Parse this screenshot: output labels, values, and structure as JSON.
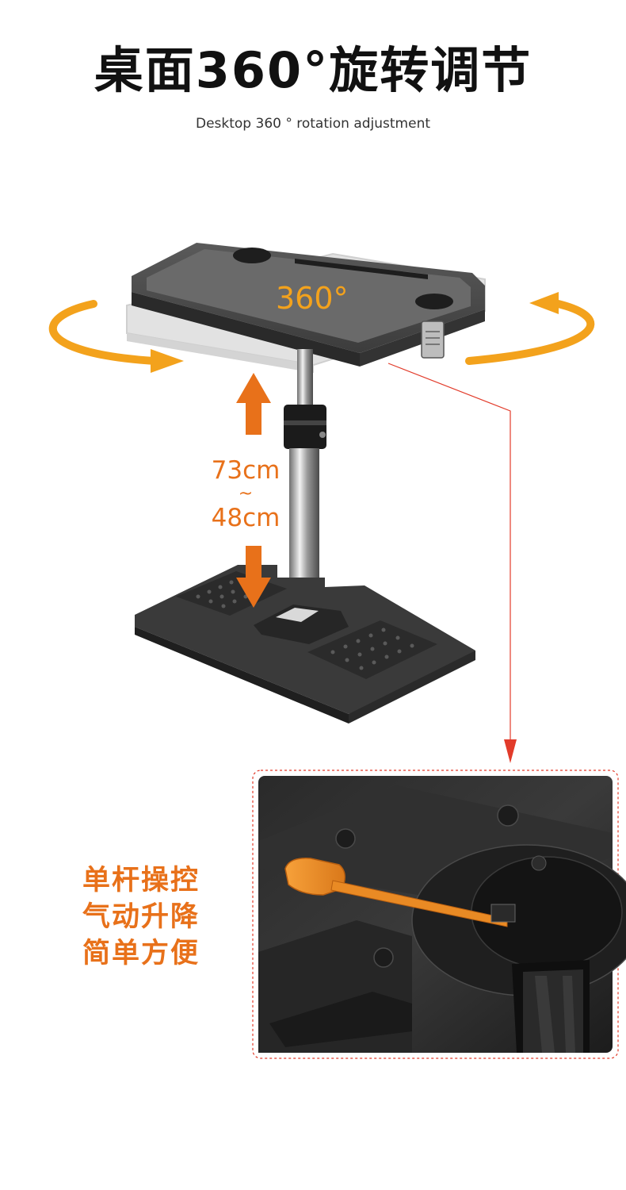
{
  "title": "桌面360°旋转调节",
  "subtitle": "Desktop 360 ° rotation adjustment",
  "rotation_label": "360°",
  "height": {
    "max": "73cm",
    "separator": "~",
    "min": "48cm"
  },
  "features": [
    "单杆操控",
    "气动升降",
    "简单方便"
  ],
  "colors": {
    "accent_orange": "#e8711a",
    "rotation_orange": "#f3a21c",
    "callout_red": "#e23b2a",
    "product_dark": "#2e2e2e"
  }
}
